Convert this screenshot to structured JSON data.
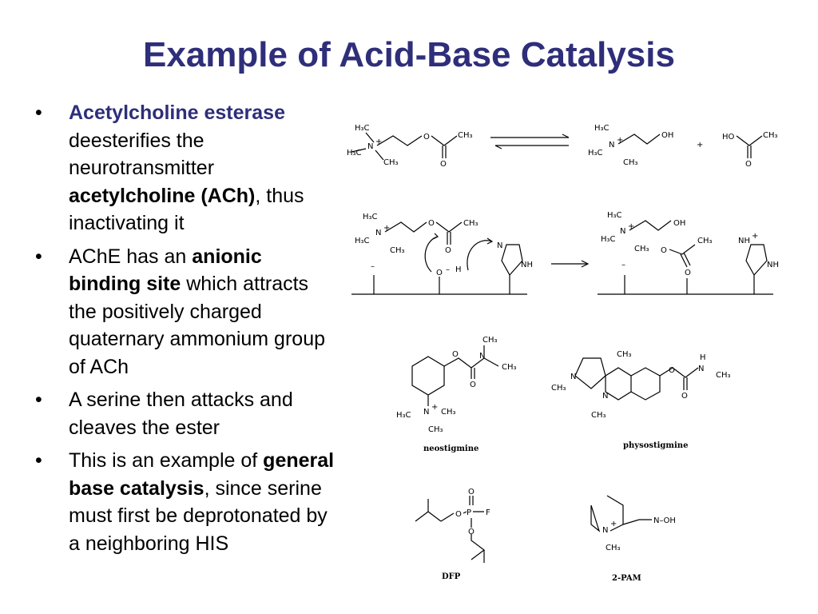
{
  "title": "Example of Acid-Base Catalysis",
  "bullets": [
    {
      "parts": [
        {
          "text": "Acetylcholine esterase",
          "style": "hl"
        },
        {
          "text": " deesterifies the neurotransmitter ",
          "style": ""
        },
        {
          "text": "acetylcholine (ACh)",
          "style": "b"
        },
        {
          "text": ", thus inactivating it",
          "style": ""
        }
      ]
    },
    {
      "parts": [
        {
          "text": "AChE has an ",
          "style": ""
        },
        {
          "text": "anionic binding site",
          "style": "b"
        },
        {
          "text": " which attracts the positively charged quaternary ammonium group of ACh",
          "style": ""
        }
      ]
    },
    {
      "parts": [
        {
          "text": "A serine then attacks and cleaves the ester",
          "style": ""
        }
      ]
    },
    {
      "parts": [
        {
          "text": "This is an example of ",
          "style": ""
        },
        {
          "text": "general base catalysis",
          "style": "b"
        },
        {
          "text": ", since serine must first be deprotonated by a neighboring HIS",
          "style": ""
        }
      ]
    }
  ],
  "bullet_char": "•",
  "reaction": {
    "h3c": "H₃C",
    "ch3": "CH₃",
    "n_plus": "N",
    "plus": "+",
    "minus": "–",
    "o": "O",
    "oh": "OH",
    "ho": "HO",
    "h": "H",
    "nh": "NH",
    "nh_plus": "NH",
    "n": "N"
  },
  "compounds": [
    {
      "label": "neostigmine"
    },
    {
      "label": "physostigmine"
    },
    {
      "label": "DFP"
    },
    {
      "label": "2-PAM"
    }
  ],
  "atoms": {
    "f": "F",
    "p": "P",
    "noh": "N–OH"
  },
  "colors": {
    "title": "#2e2e7a",
    "highlight": "#2e2e7a"
  }
}
